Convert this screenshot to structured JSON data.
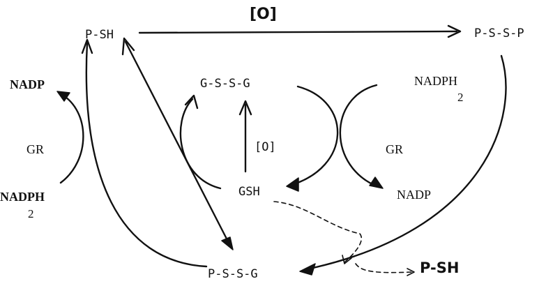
{
  "diagram": {
    "nodes": {
      "p_sh": "P-SH",
      "p_ssp": "P-S-S-P",
      "gssg": "G-S-S-G",
      "gsh": "GSH",
      "pssg": "P-S-S-G",
      "p_sh_released": "P-SH"
    },
    "oxidation_top": "[O]",
    "oxidation_middle": "[O]",
    "left_cycle": {
      "nadp": "NADP",
      "enzyme": "GR",
      "nadph": "NADPH",
      "nadph_sub": "2"
    },
    "right_cycle": {
      "nadph": "NADPH",
      "nadph_sub": "2",
      "enzyme": "GR",
      "nadp": "NADP"
    }
  }
}
